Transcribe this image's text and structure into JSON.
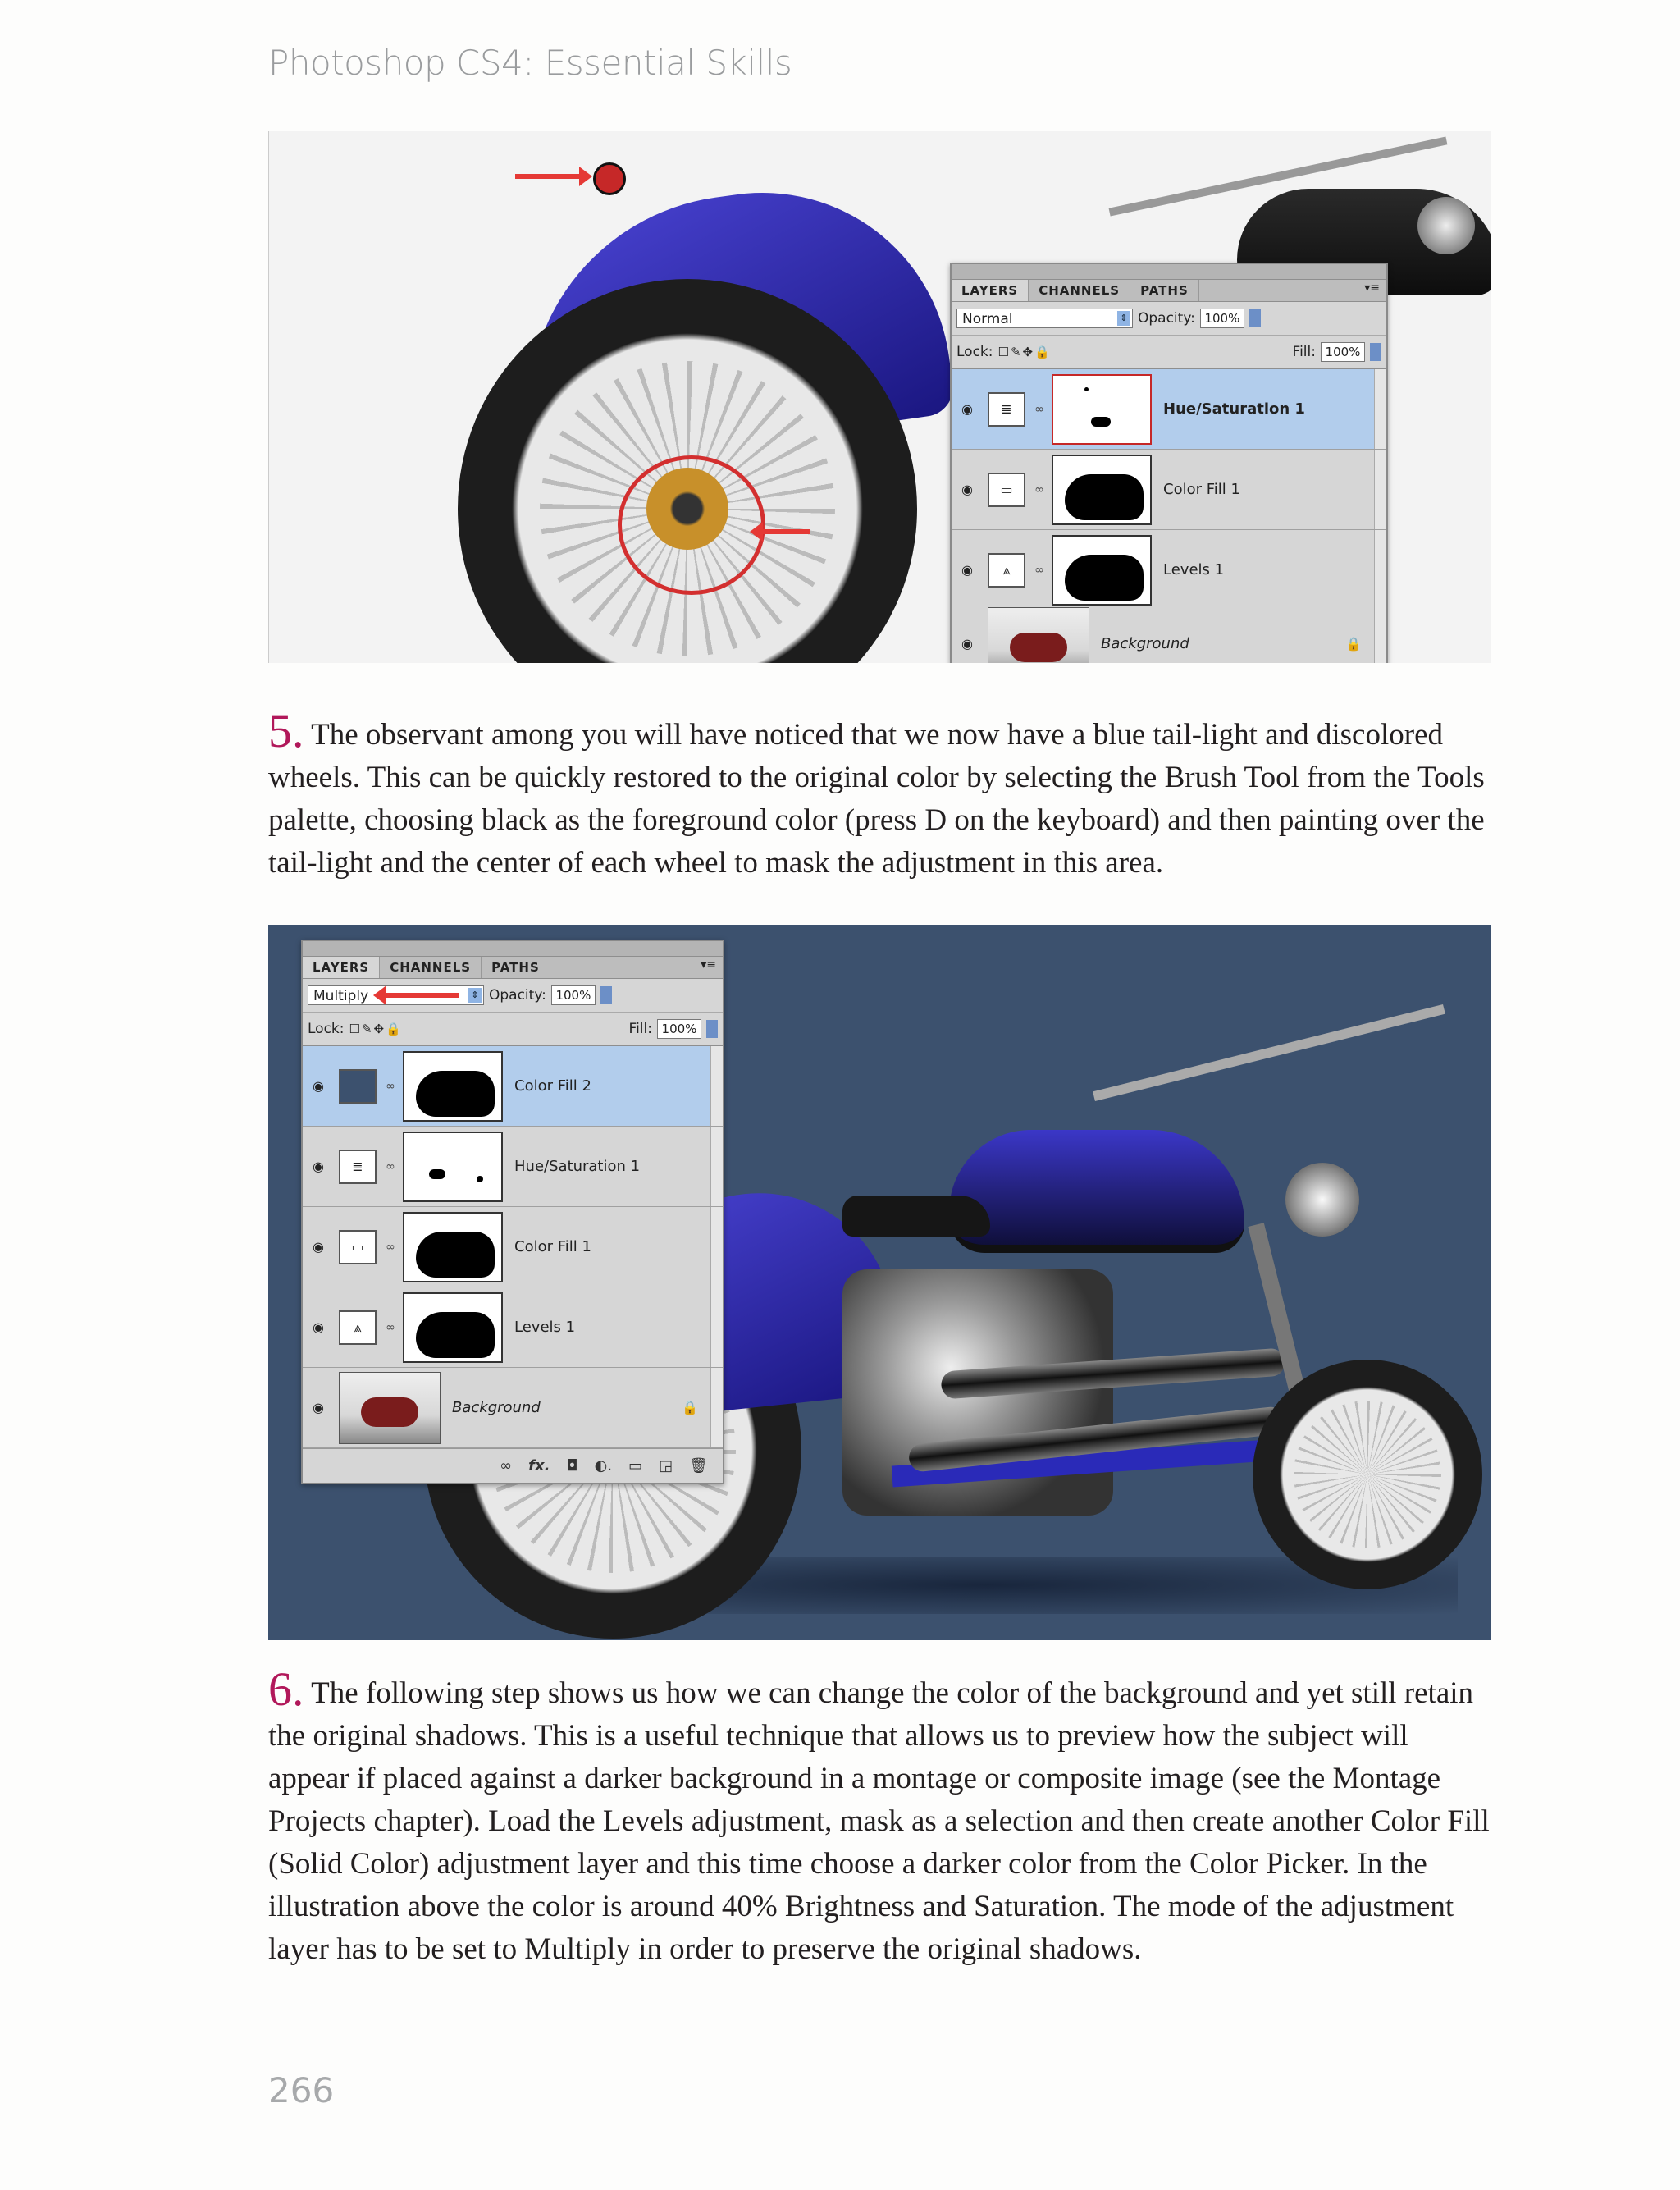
{
  "header": {
    "title": "Photoshop CS4: Essential Skills"
  },
  "page_number": "266",
  "panel1": {
    "tabs": [
      "LAYERS",
      "CHANNELS",
      "PATHS"
    ],
    "blend_mode": "Normal",
    "opacity_label": "Opacity:",
    "opacity_value": "100%",
    "lock_label": "Lock:",
    "fill_label": "Fill:",
    "fill_value": "100%",
    "layers": [
      {
        "name": "Hue/Saturation 1"
      },
      {
        "name": "Color Fill 1"
      },
      {
        "name": "Levels 1"
      },
      {
        "name": "Background"
      }
    ]
  },
  "panel2": {
    "tabs": [
      "LAYERS",
      "CHANNELS",
      "PATHS"
    ],
    "blend_mode": "Multiply",
    "opacity_label": "Opacity:",
    "opacity_value": "100%",
    "lock_label": "Lock:",
    "fill_label": "Fill:",
    "fill_value": "100%",
    "layers": [
      {
        "name": "Color Fill 2"
      },
      {
        "name": "Hue/Saturation 1"
      },
      {
        "name": "Color Fill 1"
      },
      {
        "name": "Levels 1"
      },
      {
        "name": "Background"
      }
    ]
  },
  "step5": {
    "number": "5.",
    "text": "The observant among you will have noticed that we now have a blue tail-light and discolored wheels. This can be quickly restored to the original color by selecting the Brush Tool from the Tools palette, choosing black as the foreground color (press D on the keyboard) and then painting over the tail-light and the center of each wheel to mask the adjustment in this area."
  },
  "step6": {
    "number": "6.",
    "text": "The following step shows us how we can change the color of the background and yet still retain the original shadows. This is a useful technique that allows us to preview how the subject will appear if placed against a darker background in a montage or composite image (see the Montage Projects chapter). Load the Levels adjustment, mask as a selection and then create another Color Fill (Solid Color) adjustment layer and this time choose a darker color from the Color Picker. In the illustration above the color is around 40% Brightness and Saturation. The mode of the adjustment layer has to be set to Multiply in order to preserve the original shadows."
  }
}
